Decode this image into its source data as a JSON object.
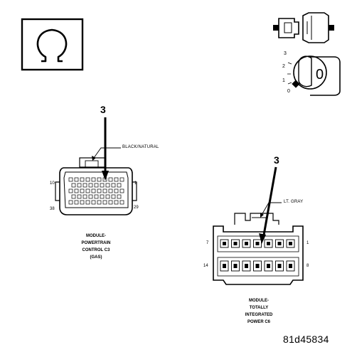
{
  "symbol": {
    "name": "ohm-symbol",
    "glyph": "Ω"
  },
  "ignition_icon": {
    "name": "ignition-key-icon",
    "positions": [
      "3",
      "2",
      "1",
      "0"
    ],
    "key_mark": "0"
  },
  "connector_pcm": {
    "call_out": "3",
    "wire_label": "BLACK/NATURAL",
    "pins": {
      "top_left": "10",
      "top_right": "1",
      "bottom_left": "38",
      "bottom_right": "29"
    },
    "caption": [
      "MODULE-",
      "POWERTRAIN",
      "CONTROL C3",
      "(GAS)"
    ]
  },
  "connector_tipm": {
    "call_out": "3",
    "wire_label": "LT. GRAY",
    "pins": {
      "top_left": "7",
      "top_right": "1",
      "bottom_left": "14",
      "bottom_right": "8"
    },
    "caption": [
      "MODULE-",
      "TOTALLY",
      "INTEGRATED",
      "POWER C6"
    ]
  },
  "figure_ref": "81d45834"
}
